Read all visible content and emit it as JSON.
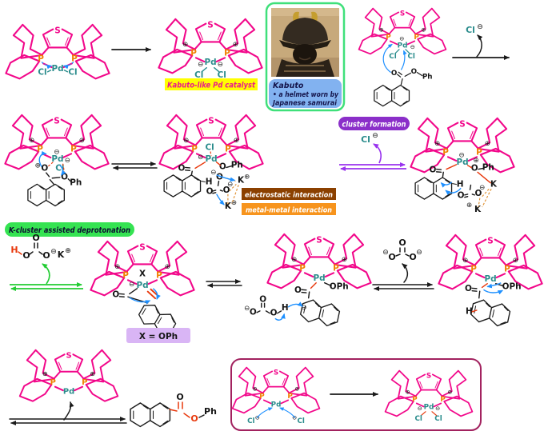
{
  "atoms": {
    "S": "S",
    "P": "P",
    "Pd": "Pd",
    "Cl": "Cl",
    "O": "O",
    "H": "H",
    "K": "K",
    "X": "X",
    "Ph": "Ph",
    "OPh": "OPh",
    "plus": "⊕",
    "minus": "⊖"
  },
  "labels": {
    "kabuto_catalyst": "Kabuto-like Pd catalyst",
    "kabuto_title": "Kabuto",
    "kabuto_desc_1": "• a helmet worn by",
    "kabuto_desc_2": "Japanese samurai",
    "cluster_formation": "cluster formation",
    "electrostatic": "electrostatic interaction",
    "metal_metal": "metal-metal interaction",
    "k_cluster": "K-cluster assisted deprotonation",
    "x_definition": "X = OPh"
  },
  "colors": {
    "ligand_pink": "#F2078A",
    "phosphorus_orange": "#F08000",
    "pd_teal": "#2A8C8C",
    "arrow_blue": "#1E90FF",
    "bond_red": "#E8380C",
    "orange_dash": "#E09030",
    "yellow_label": "#FFFF00",
    "catalyst_text_pink": "#E8198B",
    "green_label": "#35E352",
    "green_arrow": "#22CC33",
    "purple_label": "#8B2FC9",
    "purple_arrow": "#9933EE",
    "brown_label": "#8B4000",
    "orange_label": "#F7941D",
    "lavender_label": "#D9B5F5",
    "caption_blue": "#82B2F0",
    "caption_text": "#14144A",
    "box_border_maroon": "#A2225F",
    "kabuto_box_green": "#3FE07A"
  }
}
